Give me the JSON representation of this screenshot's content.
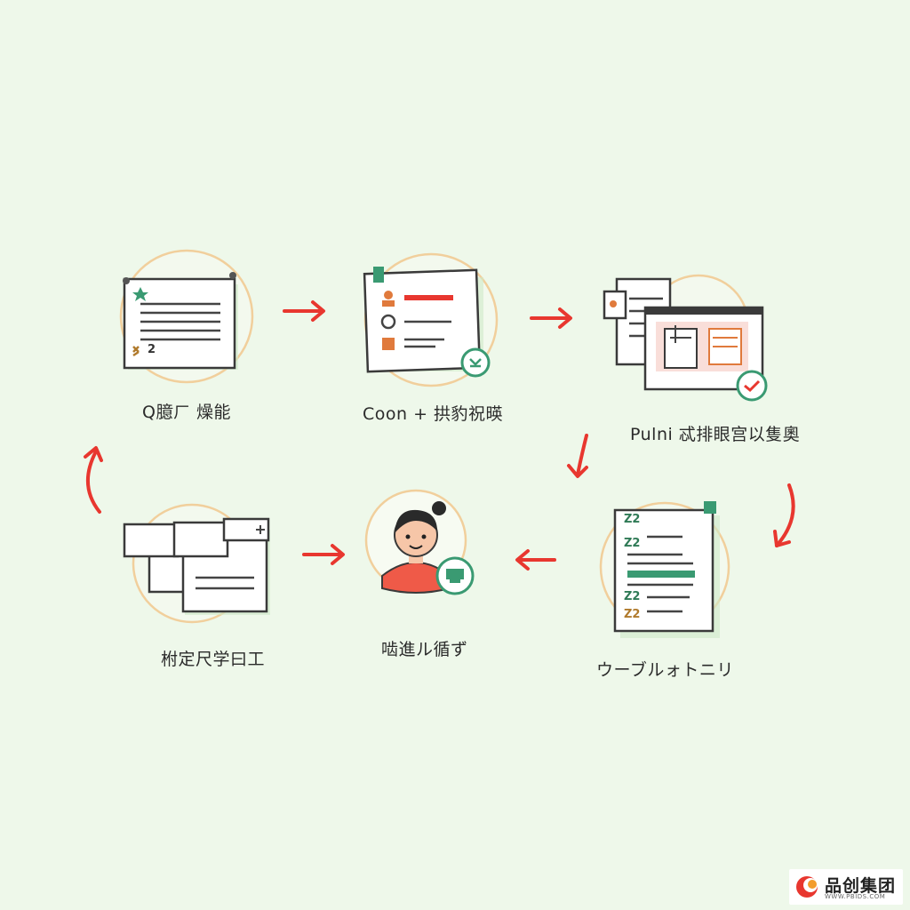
{
  "steps": [
    {
      "id": "step1",
      "label": "Q臆ㄏ 燥能",
      "icon": "checklist-document-icon"
    },
    {
      "id": "step2",
      "label": "Coon + 拱豹祝暎",
      "icon": "profile-card-icon"
    },
    {
      "id": "step3",
      "label": "Pulni 忒排眼宫以隻奧",
      "icon": "browser-windows-icon"
    },
    {
      "id": "step4",
      "label": "ウーブルォトニリ",
      "icon": "task-list-document-icon"
    },
    {
      "id": "step5",
      "label": "啮進ル循ず",
      "icon": "user-avatar-icon"
    },
    {
      "id": "step6",
      "label": "柎定尺学曰工",
      "icon": "stacked-cards-icon"
    }
  ],
  "badges": {
    "step1_bottom": "2",
    "step4_rows": [
      "Z2",
      "Z2",
      "Z2",
      "Z2"
    ]
  },
  "watermark": {
    "brand": "品创集团",
    "url": "WWW.PBIDS.COM"
  },
  "colors": {
    "background": "#eef8ea",
    "arrow": "#e8372f",
    "accent_green": "#3a9a72",
    "accent_orange": "#e07a3c",
    "circle_outline": "#f1cf9c",
    "stroke": "#3a3a3a"
  }
}
